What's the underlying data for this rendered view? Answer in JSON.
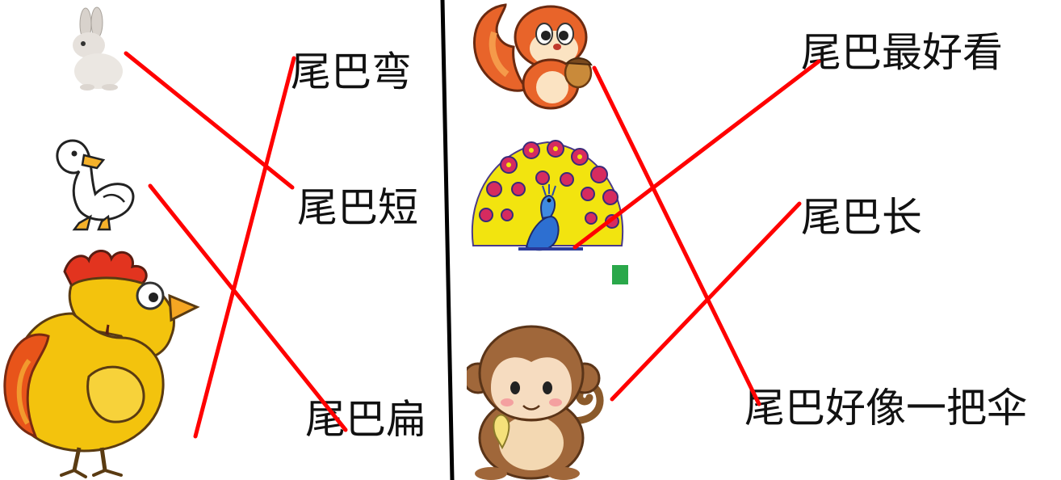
{
  "left_panel": {
    "animals": [
      {
        "id": "rabbit",
        "icon": "rabbit-icon"
      },
      {
        "id": "duck",
        "icon": "duck-icon"
      },
      {
        "id": "rooster",
        "icon": "rooster-icon"
      }
    ],
    "labels": [
      "尾巴弯",
      "尾巴短",
      "尾巴扁"
    ]
  },
  "right_panel": {
    "animals": [
      {
        "id": "squirrel",
        "icon": "squirrel-icon"
      },
      {
        "id": "peacock",
        "icon": "peacock-icon"
      },
      {
        "id": "monkey",
        "icon": "monkey-icon"
      }
    ],
    "labels": [
      "尾巴最好看",
      "尾巴长",
      "尾巴好像一把伞"
    ]
  },
  "matches": [
    {
      "animal": "rabbit",
      "label": "尾巴短"
    },
    {
      "animal": "duck",
      "label": "尾巴扁"
    },
    {
      "animal": "rooster",
      "label": "尾巴弯"
    },
    {
      "animal": "squirrel",
      "label": "尾巴好像一把伞"
    },
    {
      "animal": "peacock",
      "label": "尾巴最好看"
    },
    {
      "animal": "monkey",
      "label": "尾巴长"
    }
  ],
  "colors": {
    "match_line": "#ff0000",
    "divider": "#000000",
    "text": "#111111"
  }
}
